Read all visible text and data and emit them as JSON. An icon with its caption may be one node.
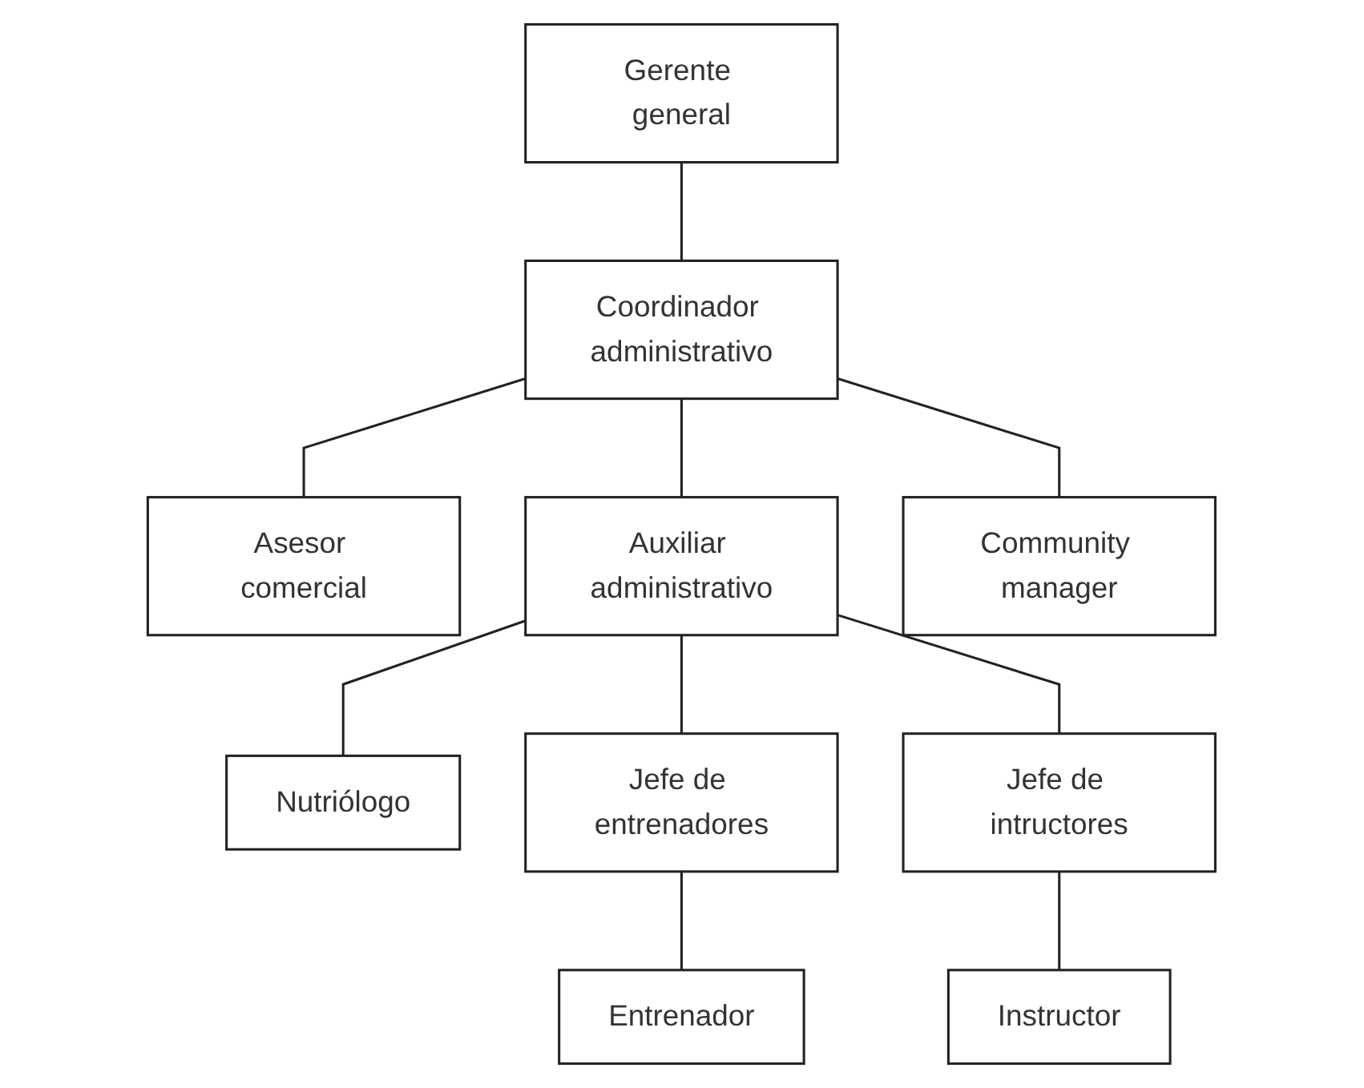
{
  "diagram": {
    "nodes": [
      {
        "text": [
          "Gerente general"
        ]
      },
      {
        "text": [
          "Coordinador administrativo"
        ]
      },
      {
        "text": [
          "Asesor comercial"
        ]
      },
      {
        "text": [
          "Auxiliar administrativo"
        ]
      },
      {
        "text": [
          "Community manager"
        ]
      },
      {
        "text": [
          "Nutriólogo"
        ]
      },
      {
        "text": [
          "Jefe de entrenadores"
        ]
      },
      {
        "text": [
          "Jefe de intructores"
        ]
      },
      {
        "text": [
          "Entrenador"
        ]
      },
      {
        "text": [
          "Instructor"
        ]
      }
    ],
    "edges": [
      {
        "from": 0,
        "to": 1,
        "arrow": "none"
      },
      {
        "from": 1,
        "to": 2,
        "arrow": "none"
      },
      {
        "from": 1,
        "to": 3,
        "arrow": "none"
      },
      {
        "from": 1,
        "to": 4,
        "arrow": "none"
      },
      {
        "from": 3,
        "to": 5,
        "arrow": "none"
      },
      {
        "from": 3,
        "to": 6,
        "arrow": "none"
      },
      {
        "from": 3,
        "to": 7,
        "arrow": "none"
      },
      {
        "from": 6,
        "to": 8,
        "arrow": "none"
      },
      {
        "from": 7,
        "to": 9,
        "arrow": "none"
      }
    ]
  }
}
